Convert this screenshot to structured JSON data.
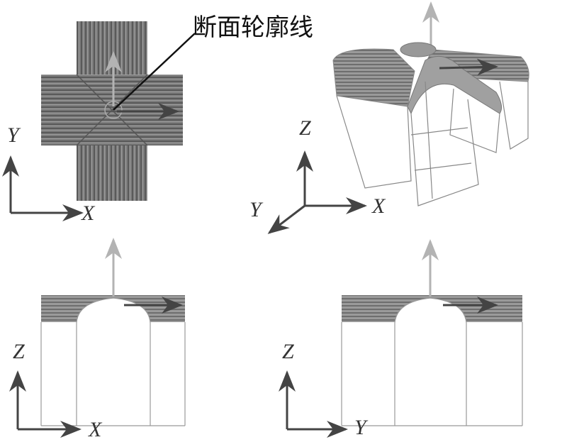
{
  "callout": {
    "text": "断面轮廓线"
  },
  "views": {
    "top": {
      "axis_v": "Y",
      "axis_h": "X"
    },
    "iso": {
      "axis_z": "Z",
      "axis_x": "X",
      "axis_y": "Y"
    },
    "front": {
      "axis_v": "Z",
      "axis_h": "X"
    },
    "side": {
      "axis_v": "Z",
      "axis_h": "Y"
    }
  },
  "colors": {
    "band_dark": "#6a6a6a",
    "band_light": "#8e8e8e",
    "arrow_dark": "#444444",
    "arrow_light": "#b0b0b0",
    "line": "#777777"
  }
}
